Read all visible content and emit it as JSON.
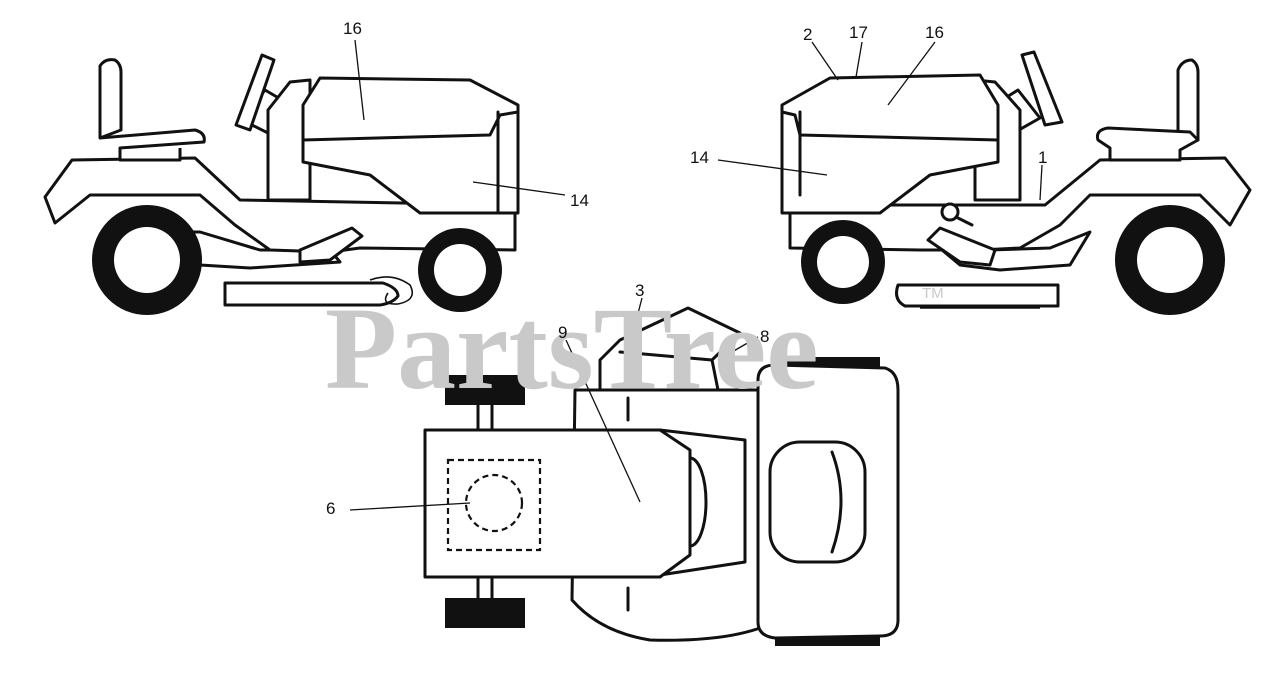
{
  "watermark": {
    "text": "PartsTree",
    "trademark": "TM"
  },
  "diagram": {
    "callouts": {
      "left_view": {
        "hood": "16",
        "side_panel": "14"
      },
      "right_view": {
        "front_hood": "2",
        "hood_top": "17",
        "hood": "16",
        "side_panel": "14",
        "fender": "1"
      },
      "top_view": {
        "chute": "3",
        "chute_deflector": "8",
        "deck_left": "9",
        "deck_plate": "6"
      }
    }
  }
}
